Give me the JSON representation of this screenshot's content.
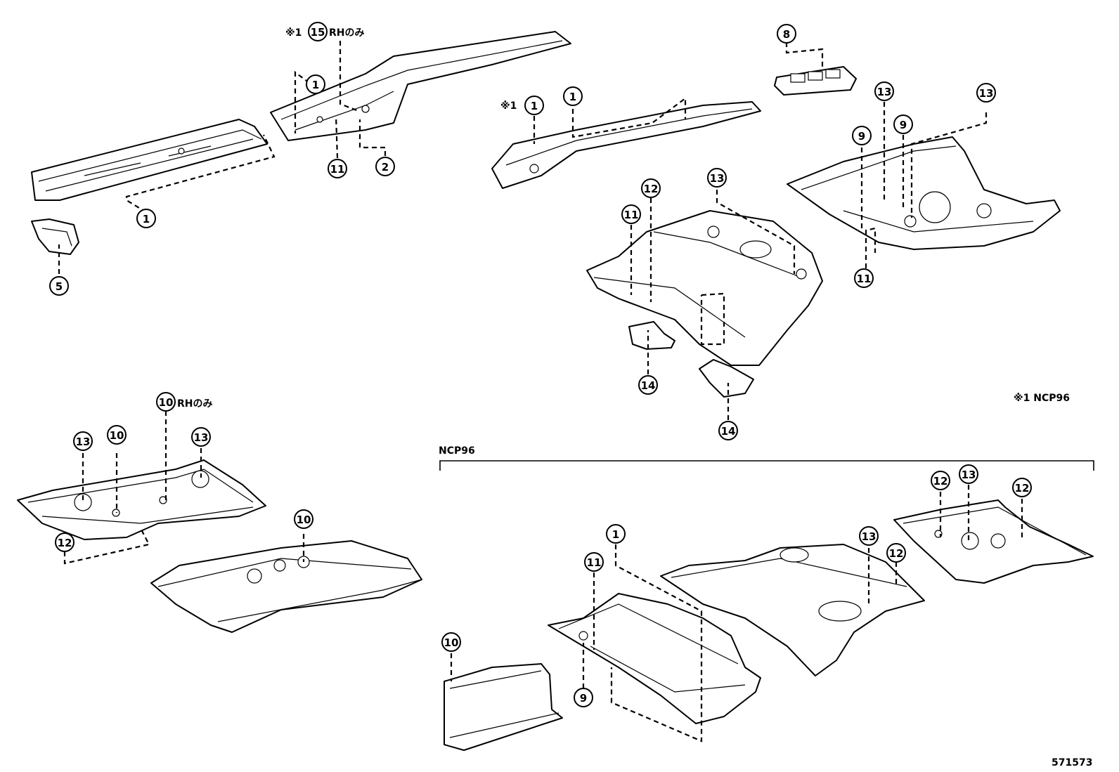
{
  "diagram": {
    "callout_numbers": [
      "1",
      "2",
      "5",
      "8",
      "9",
      "10",
      "11",
      "12",
      "13",
      "14",
      "15"
    ],
    "notes": {
      "star1_prefix": "※1",
      "rh_only": "RHのみ",
      "ncp96_footnote": "※1 NCP96",
      "ncp96_group_label": "NCP96",
      "illustration_id": "571573"
    }
  }
}
